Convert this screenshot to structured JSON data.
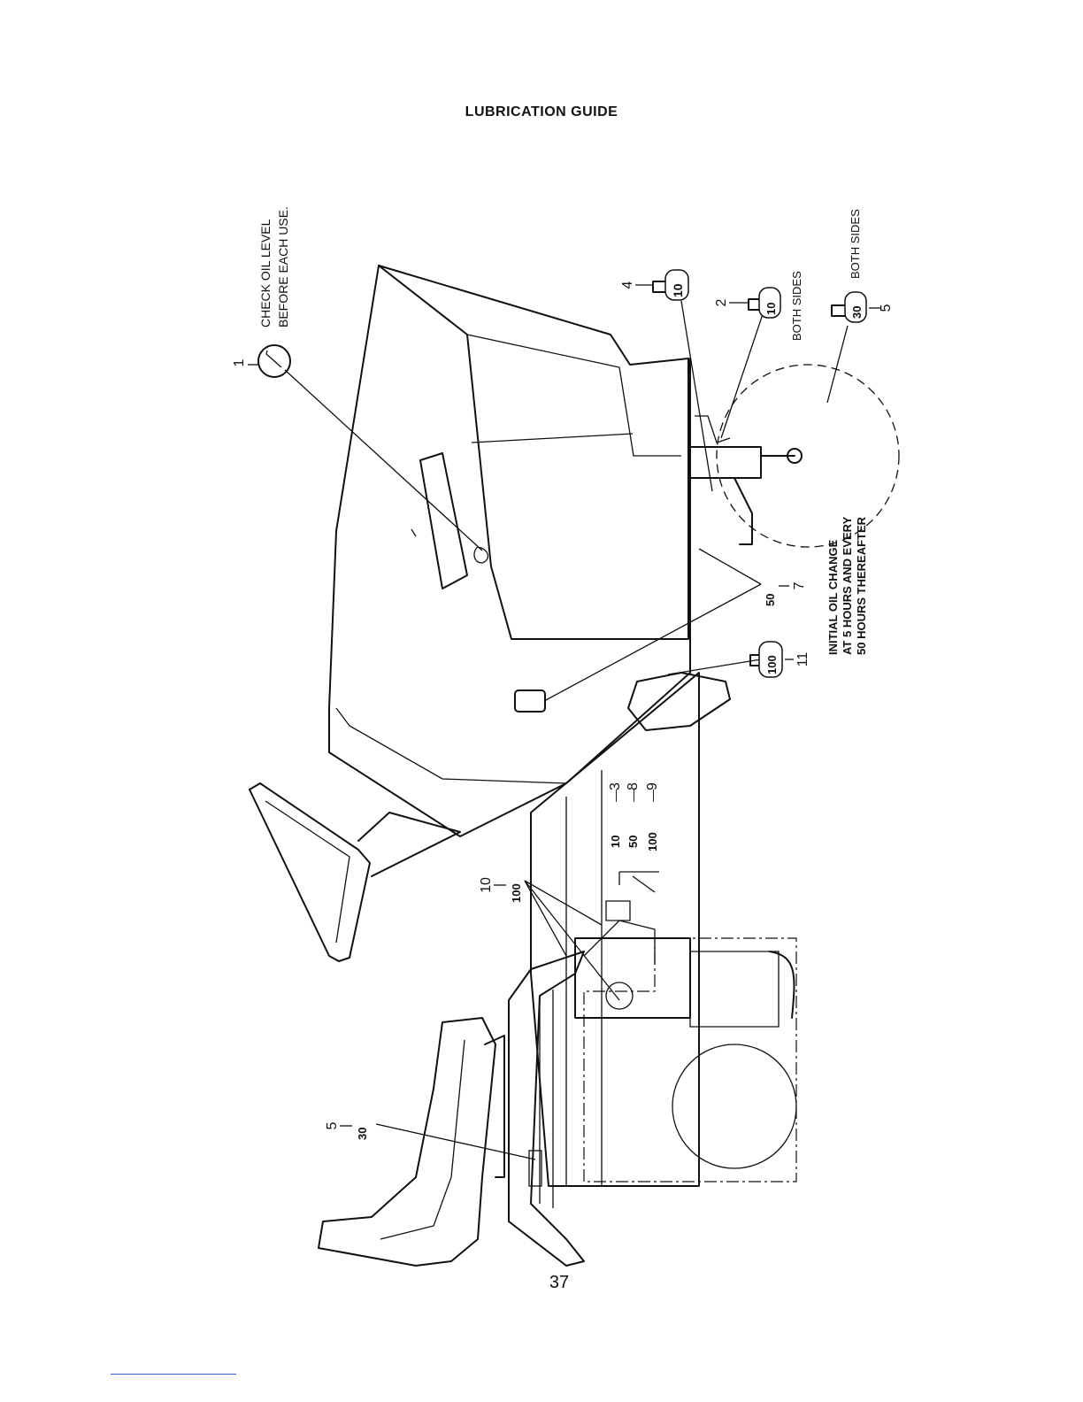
{
  "page": {
    "title": "LUBRICATION GUIDE",
    "page_number": "37"
  },
  "callouts": {
    "c1": {
      "number": "1",
      "text_line1": "CHECK OIL LEVEL",
      "text_line2": "BEFORE EACH USE."
    },
    "c2": {
      "number": "2",
      "interval": "10",
      "note": "BOTH SIDES"
    },
    "c4": {
      "number": "4",
      "interval": "10"
    },
    "c5_top": {
      "number": "5",
      "interval": "30",
      "note": "BOTH SIDES"
    },
    "c5_bottom": {
      "number": "5",
      "interval": "30"
    },
    "c7": {
      "number": "7",
      "interval": "50"
    },
    "c11": {
      "number": "11",
      "interval": "100"
    },
    "c10": {
      "number": "10",
      "interval": "100"
    },
    "c3": {
      "number": "3",
      "interval": "10"
    },
    "c8": {
      "number": "8",
      "interval": "50"
    },
    "c9": {
      "number": "9",
      "interval": "100"
    },
    "oil_change": {
      "line1": "INITIAL OIL CHANGE",
      "line2": "AT 5 HOURS AND EVERY",
      "line3": "50 HOURS THEREAFTER"
    }
  },
  "icons": {
    "dipstick": "dipstick-icon",
    "oil_can": "oil-can-icon",
    "grease_symbol": "hour-symbol-icon"
  }
}
